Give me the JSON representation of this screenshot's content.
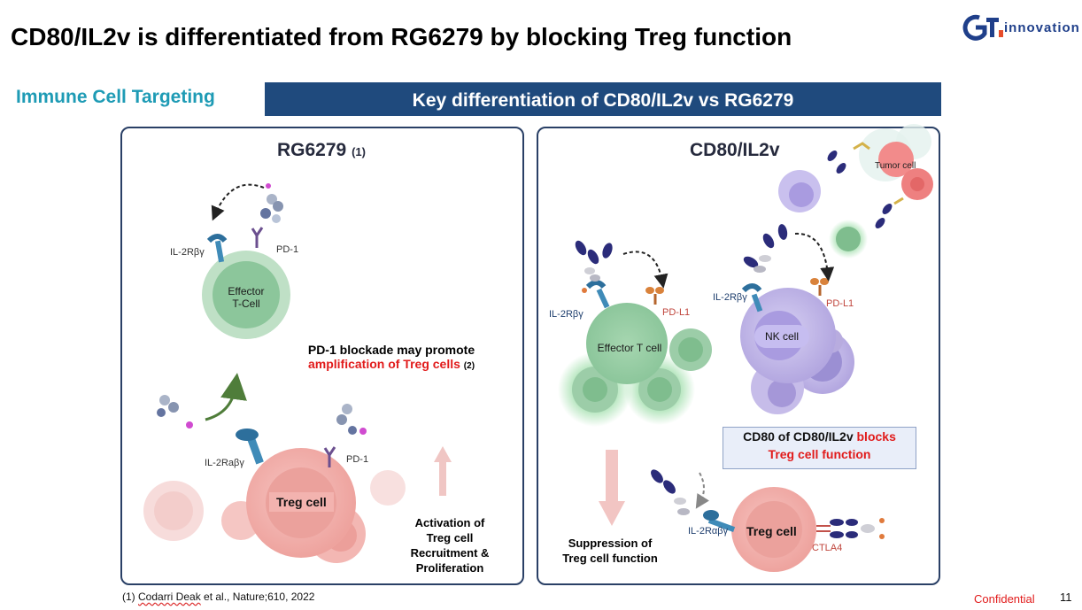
{
  "header": {
    "title": "CD80/IL2v is differentiated from RG6279 by blocking Treg function",
    "logo_text": "innovation",
    "logo_mark": "GI"
  },
  "section_label": "Immune Cell Targeting",
  "banner": "Key differentiation of CD80/IL2v vs RG6279",
  "left_panel": {
    "title": "RG6279",
    "title_ref": "(1)",
    "receptor_label_top": "IL-2Rβγ",
    "pd1_label_top": "PD-1",
    "effector_cell_line1": "Effector",
    "effector_cell_line2": "T-Cell",
    "note_line1": "PD-1 blockade may promote",
    "note_line2": "amplification of Treg cells",
    "note_ref": "(2)",
    "receptor_label_bottom": "IL-2Raβγ",
    "pd1_label_bottom": "PD-1",
    "treg_cell": "Treg cell",
    "activation_note": [
      "Activation of",
      "Treg cell",
      "Recruitment &",
      "Proliferation"
    ]
  },
  "right_panel": {
    "title": "CD80/IL2v",
    "tumor_cell": "Tumor cell",
    "receptor_label_left": "IL-2Rβγ",
    "pdl1_label_left": "PD-L1",
    "effector_cell": "Effector T cell",
    "receptor_label_nk": "IL-2Rβγ",
    "pdl1_label_nk": "PD-L1",
    "nk_cell": "NK cell",
    "block_line1_prefix": "CD80 of CD80/IL2v",
    "block_line1_emph": "blocks",
    "block_line2": "Treg cell function",
    "suppression_note": [
      "Suppression of",
      "Treg cell function"
    ],
    "receptor_label_treg": "IL-2Rαβγ",
    "treg_cell": "Treg cell",
    "ctla4_label": "CTLA4"
  },
  "footer": {
    "footnote_prefix": "(1) ",
    "footnote_author": "Codarri Deak",
    "footnote_rest": " et al., Nature;610, 2022",
    "confidential": "Confidential",
    "page_number": "11"
  },
  "colors": {
    "banner": "#1f4a7d",
    "section_label": "#1e9bb5",
    "emphasis_red": "#e11b1b",
    "panel_border": "#2a4066",
    "effector_green": "#8fc79d",
    "treg_pink": "#f2a9a5",
    "nk_purple": "#b3a7e0"
  }
}
